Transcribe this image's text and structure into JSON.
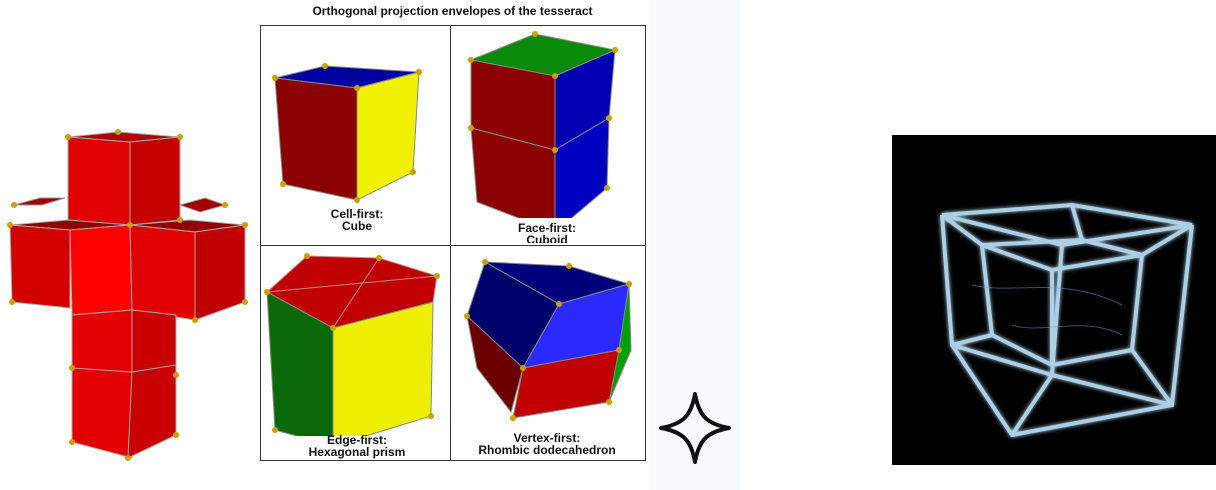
{
  "projection_panel": {
    "title": "Orthogonal projection envelopes of the tesseract",
    "cells": [
      {
        "line1": "Cell-first:",
        "line2": "Cube"
      },
      {
        "line1": "Face-first:",
        "line2": "Cuboid"
      },
      {
        "line1": "Edge-first:",
        "line2": "Hexagonal prism"
      },
      {
        "line1": "Vertex-first:",
        "line2": "Rhombic dodecahedron"
      }
    ]
  },
  "icons": {
    "sparkle": "four-point-star-icon"
  },
  "colors": {
    "red_face": "#8b0000",
    "bright_red": "#e30000",
    "blue_face": "#0000b0",
    "yellow_face": "#f2f200",
    "green_face": "#0a7a0a",
    "vertex_gold": "#c9a000",
    "photo_edge": "#bfe6ff"
  }
}
